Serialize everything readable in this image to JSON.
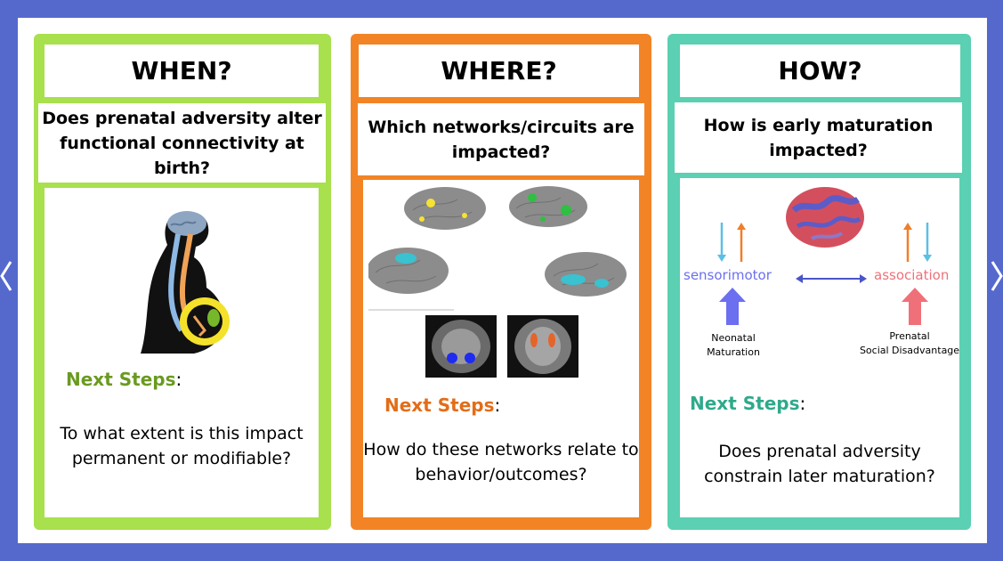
{
  "panels": [
    {
      "header": "WHEN?",
      "question": "Does prenatal adversity alter functional connectivity at birth?",
      "next_steps_label": "Next Steps",
      "next_steps_color": "#6a9a1f",
      "followup": "To what extent is this impact permanent or modifiable?"
    },
    {
      "header": "WHERE?",
      "question": "Which networks/circuits are impacted?",
      "next_steps_label": "Next Steps",
      "next_steps_color": "#e36d18",
      "followup": "How do these networks relate to behavior/outcomes?"
    },
    {
      "header": "HOW?",
      "question": "How is early maturation impacted?",
      "next_steps_label": "Next Steps",
      "next_steps_color": "#2fa98c",
      "followup": "Does prenatal adversity constrain later maturation?"
    }
  ],
  "diagram": {
    "left_label": "sensorimotor",
    "right_label": "association",
    "left_caption": [
      "Neonatal",
      "Maturation"
    ],
    "right_caption": [
      "Prenatal",
      "Social Disadvantage"
    ],
    "left_color": "#6b6ff0",
    "right_color": "#f0707a"
  }
}
